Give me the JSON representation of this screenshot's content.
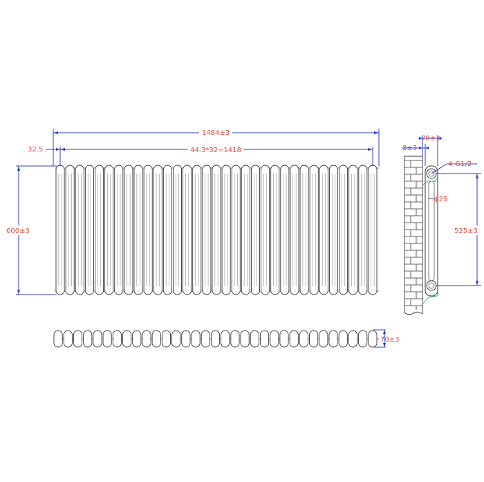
{
  "colors": {
    "dimension_line": "#2c3ec8",
    "dimension_text": "#e8493a",
    "outline": "#333333",
    "pipe": "#3aa0a8"
  },
  "front_view": {
    "column_count": 33,
    "dimensions": {
      "overall_width": "1484±3",
      "column_pitch": "44.3*32=1418",
      "end_offset": "32.5",
      "height": "600±3"
    }
  },
  "top_view": {
    "section_count": 33,
    "dimensions": {
      "depth": "70±3"
    }
  },
  "side_view": {
    "dimensions": {
      "bracket_depth": "78±3",
      "wall_gap": "8±3",
      "connection": "4-G1/2",
      "tube_diameter": "ϕ25",
      "center_distance": "525±3"
    }
  }
}
